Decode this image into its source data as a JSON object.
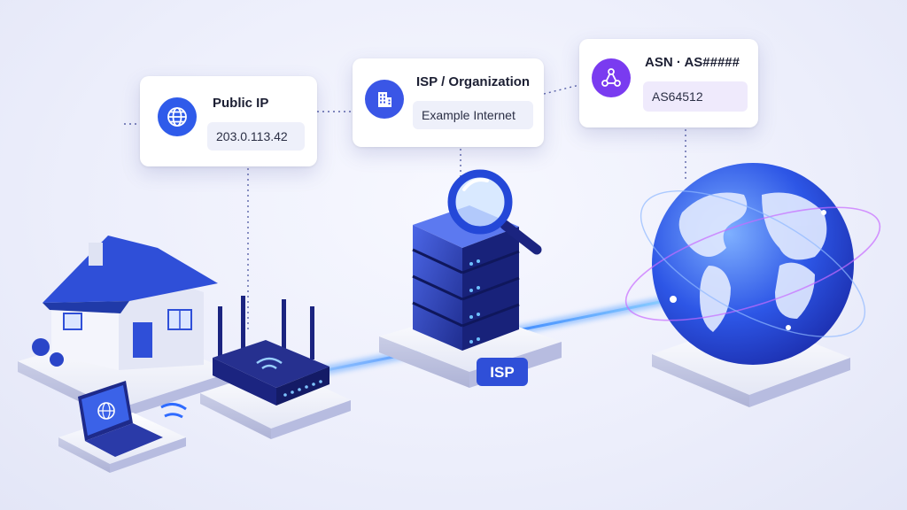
{
  "cards": {
    "public_ip": {
      "title": "Public IP",
      "value": "203.0.113.42",
      "icon": "globe-icon"
    },
    "isp": {
      "title": "ISP / Organization",
      "value": "Example Internet",
      "icon": "building-icon"
    },
    "asn": {
      "title": "ASN · AS#####",
      "value": "AS64512",
      "icon": "network-nodes-icon"
    }
  },
  "isp_label": "ISP",
  "colors": {
    "primary": "#2f5bea",
    "accent_purple": "#7a3bf0",
    "beam": "#3d8bff",
    "background": "#eef0fb"
  }
}
